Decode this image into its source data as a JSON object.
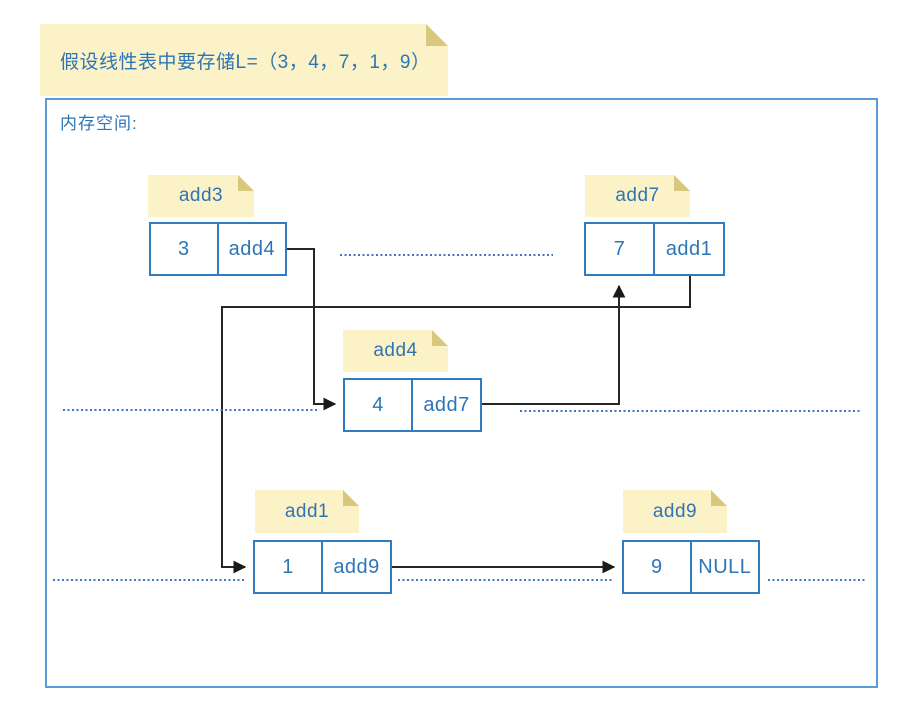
{
  "title_note": "假设线性表中要存储L=（3，4，7，1，9）",
  "memory_label": "内存空间:",
  "nodes": [
    {
      "address": "add3",
      "value": "3",
      "next": "add4"
    },
    {
      "address": "add7",
      "value": "7",
      "next": "add1"
    },
    {
      "address": "add4",
      "value": "4",
      "next": "add7"
    },
    {
      "address": "add1",
      "value": "1",
      "next": "add9"
    },
    {
      "address": "add9",
      "value": "9",
      "next": "NULL"
    }
  ],
  "links": [
    {
      "from": "add3",
      "to": "add4"
    },
    {
      "from": "add4",
      "to": "add7"
    },
    {
      "from": "add7",
      "to": "add1"
    },
    {
      "from": "add1",
      "to": "add9"
    },
    {
      "from": "add9",
      "to": "NULL"
    }
  ],
  "colors": {
    "accent_blue_text": "#2E75B6",
    "node_border_blue": "#2F7CC0",
    "container_border_blue": "#5B9BD5",
    "note_fill_yellow": "#FBF2C7",
    "note_fold_tan": "#D9C77D",
    "connector_black": "#262626",
    "dotted_blue": "#4472C4"
  }
}
